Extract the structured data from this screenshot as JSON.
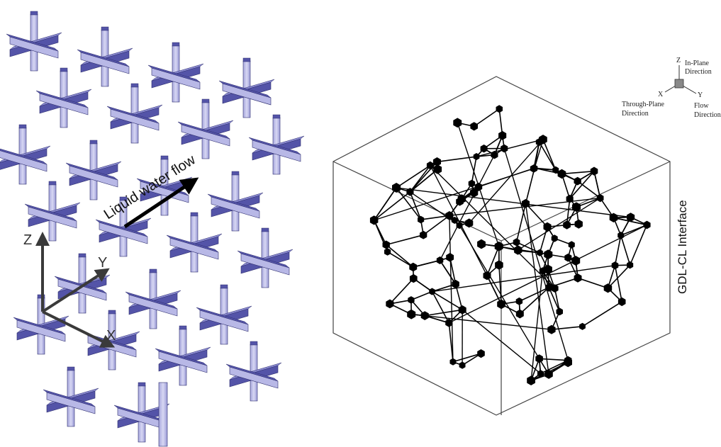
{
  "left_panel": {
    "flow_label": "Liquid water flow",
    "axes": {
      "z": "Z",
      "y": "Y",
      "x": "X"
    },
    "colors": {
      "bar_light": "#b8b8e6",
      "bar_top": "#5454a8",
      "bar_edge": "#2d2d6e",
      "axis": "#3a3a3a"
    }
  },
  "right_panel": {
    "side_label": "GDL-CL Interface",
    "triad": {
      "z": "Z",
      "x": "X",
      "y": "Y",
      "in_plane": [
        "In-Plane",
        "Direction"
      ],
      "through_plane": [
        "Through-Plane",
        "Direction"
      ],
      "flow": [
        "Flow",
        "Direction"
      ]
    },
    "colors": {
      "node": "#000000",
      "edge": "#000000",
      "box": "#555555"
    }
  }
}
